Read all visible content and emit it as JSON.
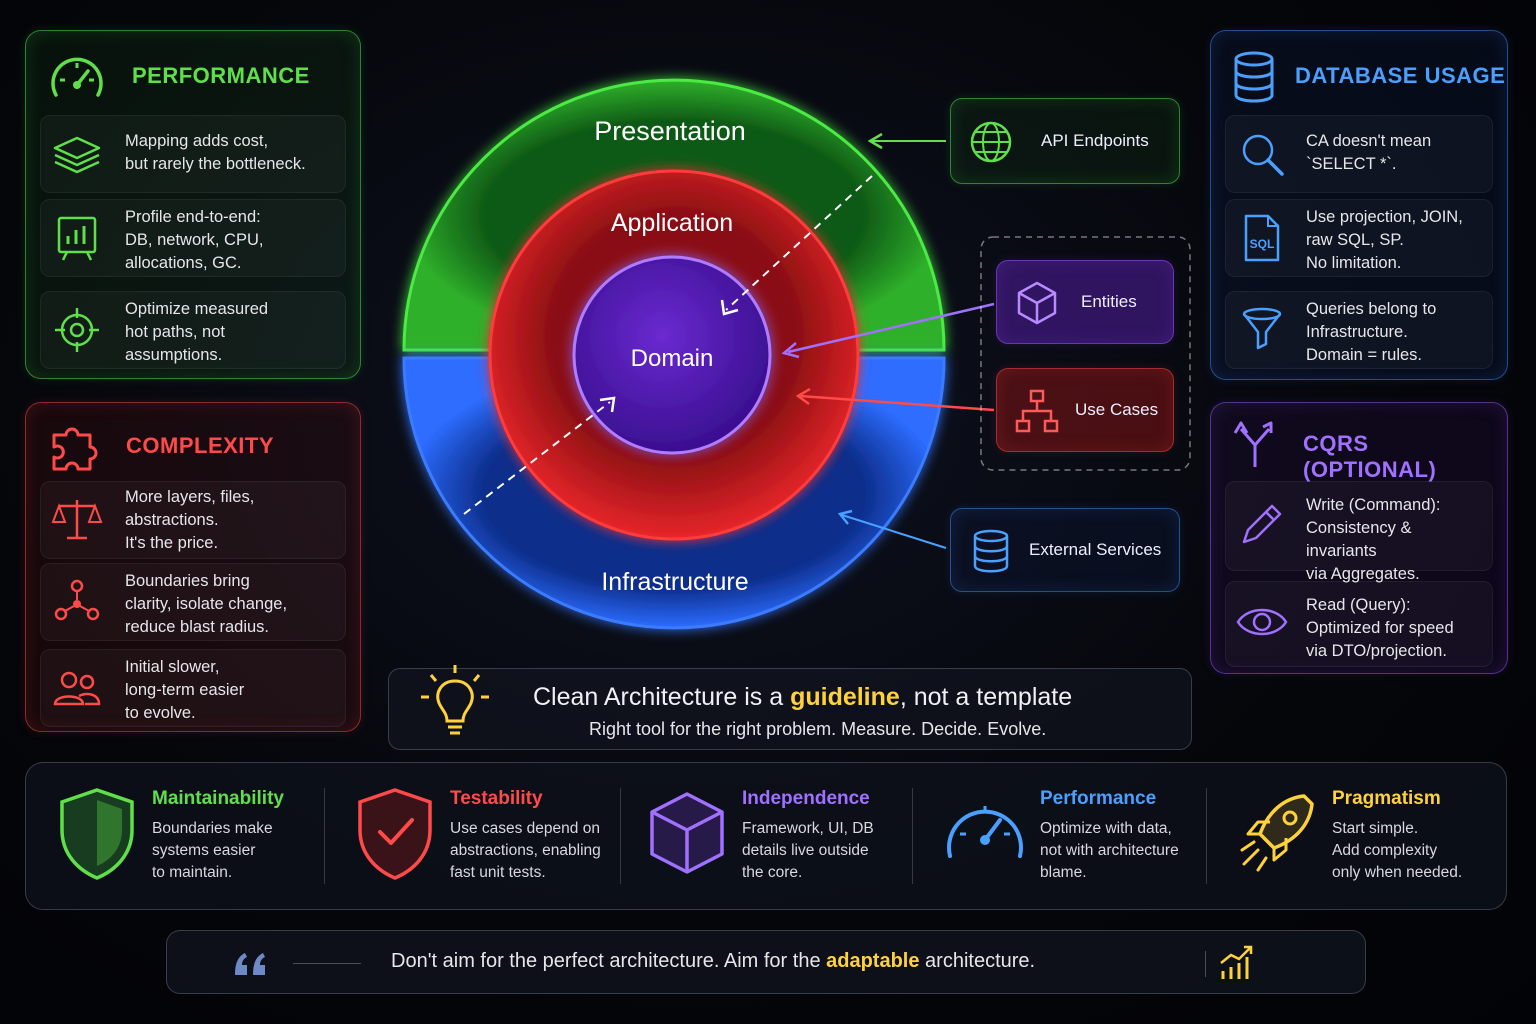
{
  "performance": {
    "title": "PERFORMANCE",
    "items": [
      {
        "icon": "layers-icon",
        "text": "Mapping adds cost,\nbut rarely the bottleneck."
      },
      {
        "icon": "chart-board-icon",
        "text": "Profile end-to-end:\nDB, network, CPU,\nallocations, GC."
      },
      {
        "icon": "target-icon",
        "text": "Optimize measured\nhot paths, not\nassumptions."
      }
    ]
  },
  "complexity": {
    "title": "COMPLEXITY",
    "items": [
      {
        "icon": "scales-icon",
        "text": "More layers, files,\nabstractions.\nIt's the price."
      },
      {
        "icon": "network-icon",
        "text": "Boundaries bring\nclarity, isolate change,\nreduce blast radius."
      },
      {
        "icon": "team-icon",
        "text": "Initial slower,\nlong-term easier\nto evolve."
      }
    ]
  },
  "database": {
    "title": "DATABASE USAGE",
    "items": [
      {
        "icon": "magnifier-icon",
        "text": "CA doesn't mean\n`SELECT *`."
      },
      {
        "icon": "sql-file-icon",
        "text": "Use projection, JOIN,\nraw SQL, SP.\nNo limitation."
      },
      {
        "icon": "funnel-icon",
        "text": "Queries belong to\nInfrastructure.\nDomain = rules."
      }
    ]
  },
  "cqrs": {
    "title": "CQRS (OPTIONAL)",
    "items": [
      {
        "icon": "pencil-icon",
        "text": "Write (Command):\nConsistency & invariants\nvia Aggregates."
      },
      {
        "icon": "eye-icon",
        "text": "Read (Query):\nOptimized for speed\nvia DTO/projection."
      }
    ]
  },
  "rings": {
    "presentation": "Presentation",
    "application": "Application",
    "domain": "Domain",
    "infrastructure": "Infrastructure"
  },
  "nodes": {
    "api": "API Endpoints",
    "entities": "Entities",
    "use_cases": "Use Cases",
    "external": "External Services"
  },
  "guideline": {
    "prefix": "Clean Architecture is a ",
    "highlight": "guideline",
    "suffix": ", not a template",
    "subtitle": "Right tool for the right problem. Measure. Decide. Evolve."
  },
  "benefits": [
    {
      "icon": "shield-icon",
      "title": "Maintainability",
      "text": "Boundaries make\nsystems easier\nto maintain.",
      "color": "#5fe04a"
    },
    {
      "icon": "shield-check-icon",
      "title": "Testability",
      "text": "Use cases depend on\nabstractions, enabling\nfast unit tests.",
      "color": "#ff4a4a"
    },
    {
      "icon": "cube-icon",
      "title": "Independence",
      "text": "Framework, UI, DB\ndetails live outside\nthe core.",
      "color": "#a070ff"
    },
    {
      "icon": "gauge-icon",
      "title": "Performance",
      "text": "Optimize with data,\nnot with architecture\nblame.",
      "color": "#4aa0ff"
    },
    {
      "icon": "rocket-icon",
      "title": "Pragmatism",
      "text": "Start simple.\nAdd complexity\nonly when needed.",
      "color": "#ffd23a"
    }
  ],
  "quote": {
    "prefix": "Don't aim for the perfect architecture. Aim for the ",
    "highlight": "adaptable",
    "suffix": " architecture."
  },
  "colors": {
    "green": "#5fe04a",
    "red": "#ff4a4a",
    "blue": "#4aa0ff",
    "purple": "#a070ff",
    "yellow": "#ffd23a"
  }
}
